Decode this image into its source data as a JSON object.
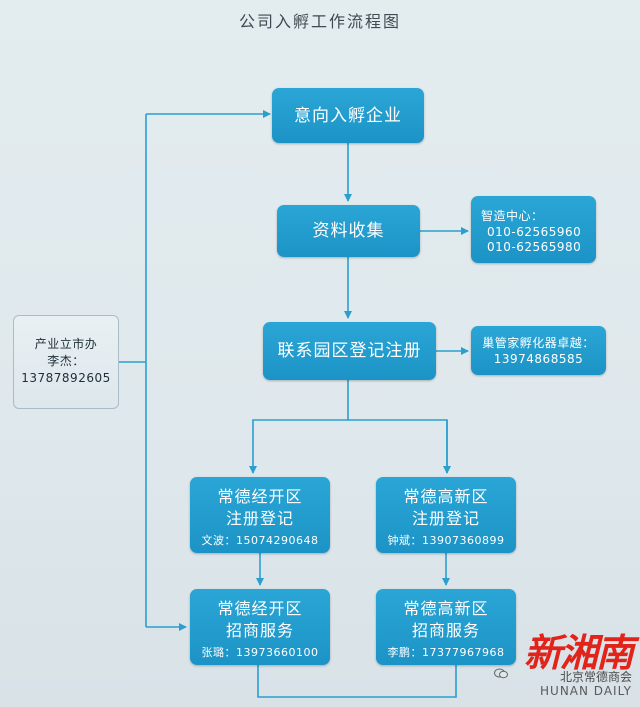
{
  "title": "公司入孵工作流程图",
  "nodes": {
    "intent": "意向入孵企业",
    "collect": "资料收集",
    "register": "联系园区登记注册",
    "zhizao": {
      "name": "智造中心：",
      "phone1": "010-62565960",
      "phone2": "010-62565980"
    },
    "chaoguanjia": {
      "name": "巢管家孵化器卓越：",
      "phone": "13974868585"
    },
    "side": {
      "line1": "产业立市办",
      "line2": "李杰：",
      "phone": "13787892605"
    },
    "jk_reg": {
      "line1": "常德经开区",
      "line2": "注册登记",
      "contact": "文波：15074290648"
    },
    "gx_reg": {
      "line1": "常德高新区",
      "line2": "注册登记",
      "contact": "钟斌：13907360899"
    },
    "jk_srv": {
      "line1": "常德经开区",
      "line2": "招商服务",
      "contact": "张璐：13973660100"
    },
    "gx_srv": {
      "line1": "常德高新区",
      "line2": "招商服务",
      "contact": "李鹏：17377967968"
    }
  },
  "watermark": {
    "logo": "新湘南",
    "org": "北京常德商会",
    "en": "HUNAN DAILY"
  },
  "colors": {
    "box": "#1c93c6",
    "line": "#2a9fd0",
    "logo": "#e2231a"
  }
}
